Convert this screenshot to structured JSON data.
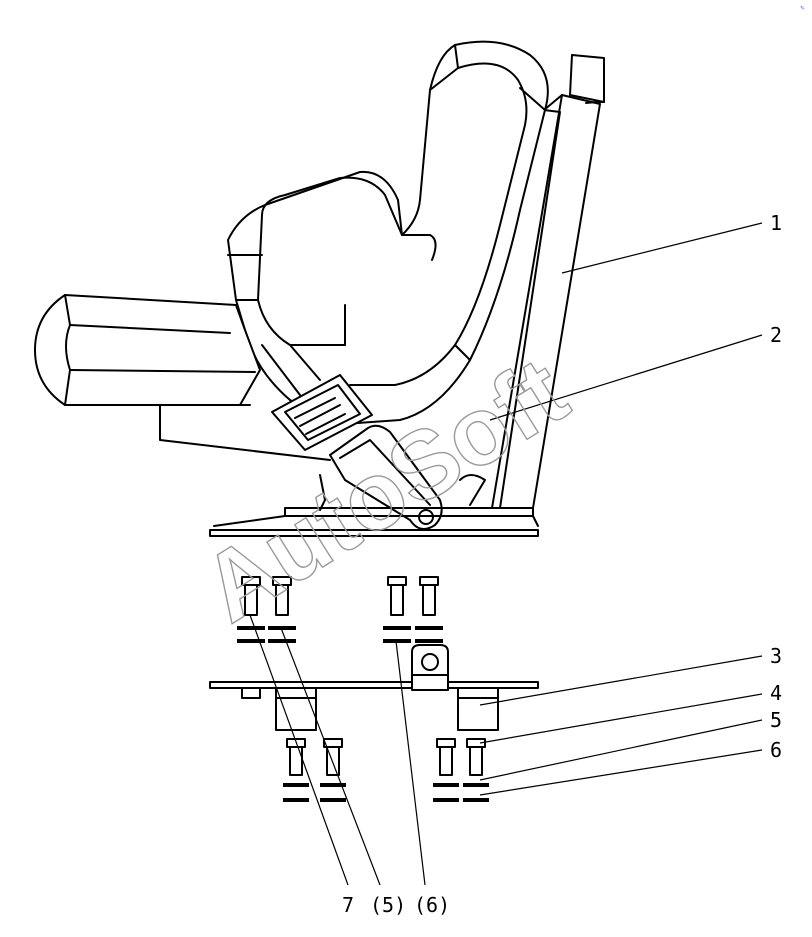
{
  "watermark": {
    "text": "AutoSoft",
    "corner_mark": "✎"
  },
  "callouts": [
    {
      "id": "1",
      "text": "1"
    },
    {
      "id": "2",
      "text": "2"
    },
    {
      "id": "3",
      "text": "3"
    },
    {
      "id": "4",
      "text": "4"
    },
    {
      "id": "5",
      "text": "5"
    },
    {
      "id": "6",
      "text": "6"
    },
    {
      "id": "7",
      "text": "7"
    },
    {
      "id": "5b",
      "text": "(5)"
    },
    {
      "id": "6b",
      "text": "(6)"
    }
  ],
  "colors": {
    "line": "#000000",
    "watermark": "#9a9a9a",
    "background": "#ffffff"
  }
}
